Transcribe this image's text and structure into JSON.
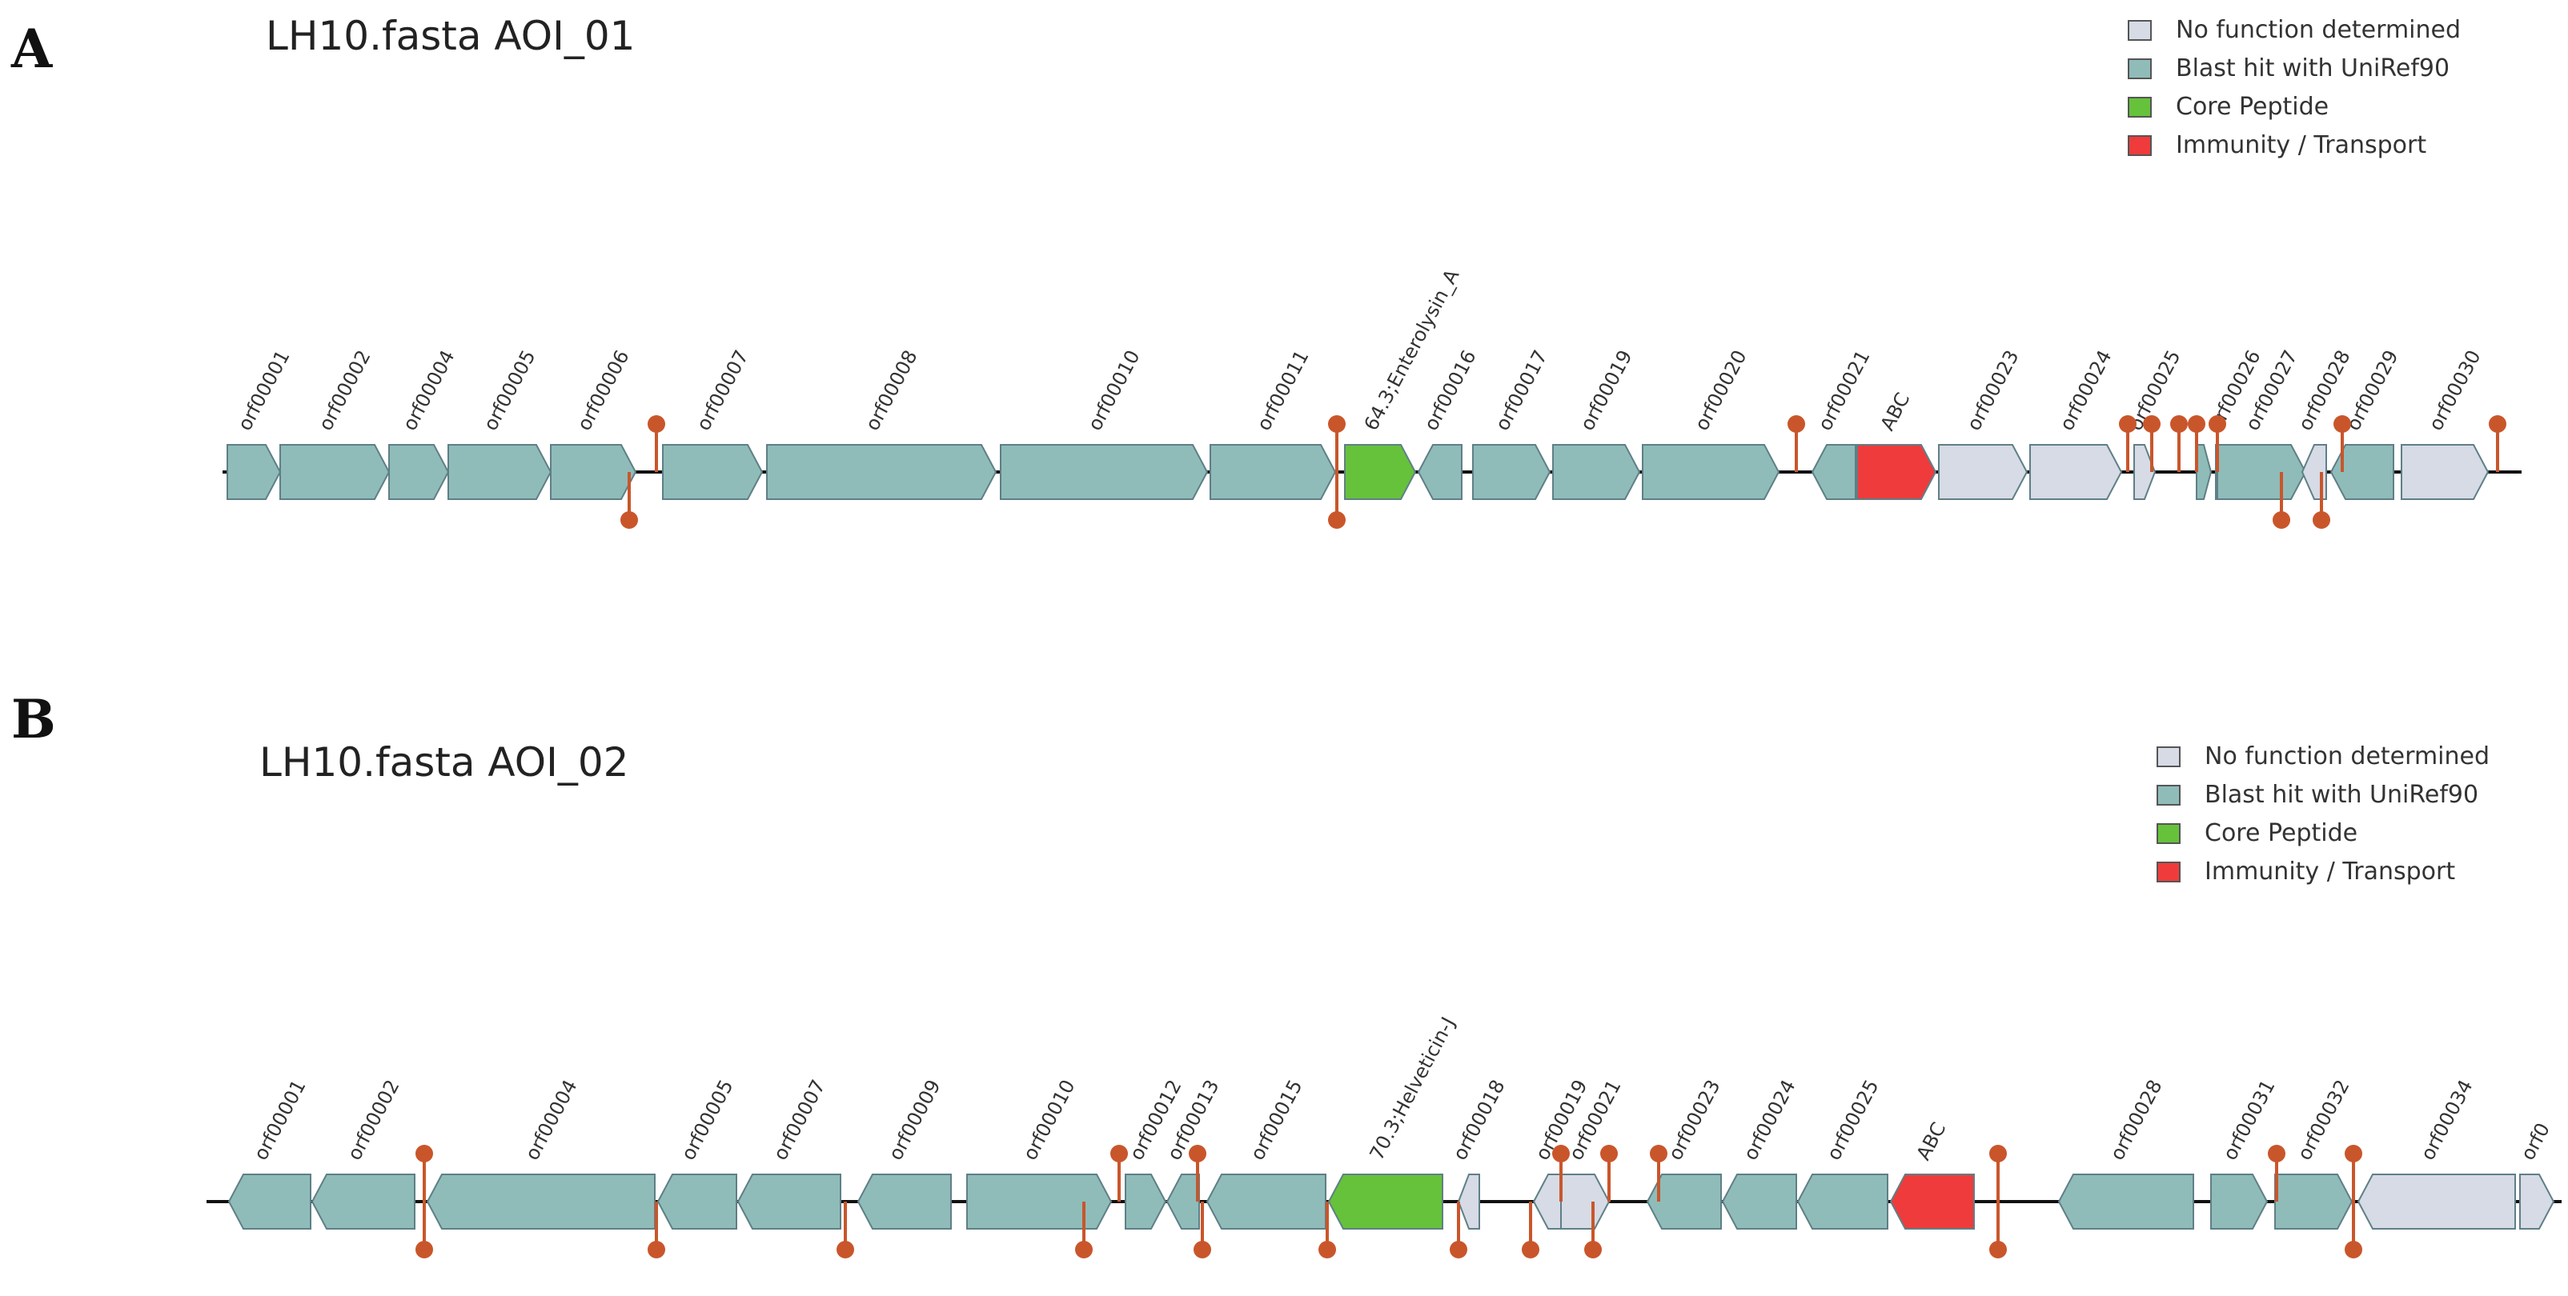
{
  "colors": {
    "no_function": "#d6dbe6",
    "blast_hit": "#8fbcb9",
    "core_peptide": "#66c23a",
    "immunity_transport": "#ef3b3b",
    "backbone": "#111111",
    "lollipop": "#c9562b"
  },
  "panels": [
    {
      "letter": "A",
      "title": "LH10.fasta AOI_01",
      "legend": [
        {
          "label": "No function determined",
          "color": "#d6dbe6"
        },
        {
          "label": "Blast hit with UniRef90",
          "color": "#8fbcb9"
        },
        {
          "label": "Core Peptide",
          "color": "#66c23a"
        },
        {
          "label": "Immunity / Transport",
          "color": "#ef3b3b"
        }
      ],
      "genes": [
        {
          "label": "orf00001",
          "type": "blast",
          "start": 284,
          "end": 350,
          "strand": "+"
        },
        {
          "label": "orf00002",
          "type": "blast",
          "start": 350,
          "end": 486,
          "strand": "+"
        },
        {
          "label": "orf00004",
          "type": "blast",
          "start": 486,
          "end": 560,
          "strand": "+"
        },
        {
          "label": "orf00005",
          "type": "blast",
          "start": 560,
          "end": 688,
          "strand": "+"
        },
        {
          "label": "orf00006",
          "type": "blast",
          "start": 688,
          "end": 794,
          "strand": "+"
        },
        {
          "label": "orf00007",
          "type": "blast",
          "start": 828,
          "end": 952,
          "strand": "+"
        },
        {
          "label": "orf00008",
          "type": "blast",
          "start": 958,
          "end": 1244,
          "strand": "+"
        },
        {
          "label": "orf00010",
          "type": "blast",
          "start": 1250,
          "end": 1508,
          "strand": "+"
        },
        {
          "label": "orf00011",
          "type": "blast",
          "start": 1512,
          "end": 1668,
          "strand": "+"
        },
        {
          "label": "64.3;Enterolysin_A",
          "type": "core",
          "start": 1680,
          "end": 1768,
          "strand": "+"
        },
        {
          "label": "orf00016",
          "type": "blast",
          "start": 1772,
          "end": 1826,
          "strand": "-"
        },
        {
          "label": "orf00017",
          "type": "blast",
          "start": 1840,
          "end": 1936,
          "strand": "+"
        },
        {
          "label": "orf00019",
          "type": "blast",
          "start": 1940,
          "end": 2048,
          "strand": "+"
        },
        {
          "label": "orf00020",
          "type": "blast",
          "start": 2052,
          "end": 2222,
          "strand": "+"
        },
        {
          "label": "orf00021",
          "type": "blast",
          "start": 2264,
          "end": 2318,
          "strand": "-"
        },
        {
          "label": "ABC",
          "type": "immunity",
          "start": 2320,
          "end": 2418,
          "strand": "+"
        },
        {
          "label": "orf00023",
          "type": "nofunc",
          "start": 2422,
          "end": 2532,
          "strand": "+"
        },
        {
          "label": "orf00024",
          "type": "nofunc",
          "start": 2536,
          "end": 2650,
          "strand": "+"
        },
        {
          "label": "orf00025",
          "type": "nofunc",
          "start": 2666,
          "end": 2692,
          "strand": "+"
        },
        {
          "label": "",
          "type": "blast",
          "start": 2744,
          "end": 2762,
          "strand": "+"
        },
        {
          "label": "orf00026",
          "type": "blast",
          "start": 2768,
          "end": 2790,
          "strand": "+"
        },
        {
          "label": "orf00027",
          "type": "blast",
          "start": 2770,
          "end": 2880,
          "strand": "+"
        },
        {
          "label": "orf00028",
          "type": "nofunc",
          "start": 2876,
          "end": 2906,
          "strand": "-"
        },
        {
          "label": "orf00029",
          "type": "blast",
          "start": 2912,
          "end": 2990,
          "strand": "-"
        },
        {
          "label": "orf00030",
          "type": "nofunc",
          "start": 3000,
          "end": 3108,
          "strand": "+"
        }
      ],
      "lollipops": [
        {
          "pos": 820,
          "dir": "up"
        },
        {
          "pos": 786,
          "dir": "down"
        },
        {
          "pos": 1670,
          "dir": "up"
        },
        {
          "pos": 1670,
          "dir": "down"
        },
        {
          "pos": 2244,
          "dir": "up"
        },
        {
          "pos": 2658,
          "dir": "up"
        },
        {
          "pos": 2688,
          "dir": "up"
        },
        {
          "pos": 2722,
          "dir": "up"
        },
        {
          "pos": 2744,
          "dir": "up"
        },
        {
          "pos": 2770,
          "dir": "up"
        },
        {
          "pos": 2850,
          "dir": "down"
        },
        {
          "pos": 2900,
          "dir": "down"
        },
        {
          "pos": 2926,
          "dir": "up"
        },
        {
          "pos": 3120,
          "dir": "up"
        }
      ]
    },
    {
      "letter": "B",
      "title": "LH10.fasta AOI_02",
      "legend": [
        {
          "label": "No function determined",
          "color": "#d6dbe6"
        },
        {
          "label": "Blast hit with UniRef90",
          "color": "#8fbcb9"
        },
        {
          "label": "Core Peptide",
          "color": "#66c23a"
        },
        {
          "label": "Immunity / Transport",
          "color": "#ef3b3b"
        }
      ],
      "genes": [
        {
          "label": "orf00001",
          "type": "blast",
          "start": 286,
          "end": 388,
          "strand": "-"
        },
        {
          "label": "orf00002",
          "type": "blast",
          "start": 390,
          "end": 518,
          "strand": "-"
        },
        {
          "label": "orf00004",
          "type": "blast",
          "start": 534,
          "end": 818,
          "strand": "-"
        },
        {
          "label": "orf00005",
          "type": "blast",
          "start": 822,
          "end": 920,
          "strand": "-"
        },
        {
          "label": "orf00007",
          "type": "blast",
          "start": 922,
          "end": 1050,
          "strand": "-"
        },
        {
          "label": "orf00009",
          "type": "blast",
          "start": 1072,
          "end": 1188,
          "strand": "-"
        },
        {
          "label": "orf00010",
          "type": "blast",
          "start": 1208,
          "end": 1388,
          "strand": "+"
        },
        {
          "label": "orf00012",
          "type": "blast",
          "start": 1406,
          "end": 1456,
          "strand": "+"
        },
        {
          "label": "orf00013",
          "type": "blast",
          "start": 1458,
          "end": 1498,
          "strand": "-"
        },
        {
          "label": "orf00015",
          "type": "blast",
          "start": 1508,
          "end": 1656,
          "strand": "-"
        },
        {
          "label": "70.3;Helveticin-J",
          "type": "core",
          "start": 1660,
          "end": 1802,
          "strand": "-"
        },
        {
          "label": "orf00018",
          "type": "nofunc",
          "start": 1822,
          "end": 1848,
          "strand": "-"
        },
        {
          "label": "orf00019",
          "type": "nofunc",
          "start": 1916,
          "end": 1960,
          "strand": "-"
        },
        {
          "label": "orf00021",
          "type": "nofunc",
          "start": 1950,
          "end": 2010,
          "strand": "+"
        },
        {
          "label": "orf00023",
          "type": "blast",
          "start": 2058,
          "end": 2150,
          "strand": "-"
        },
        {
          "label": "orf00024",
          "type": "blast",
          "start": 2152,
          "end": 2244,
          "strand": "-"
        },
        {
          "label": "orf00025",
          "type": "blast",
          "start": 2246,
          "end": 2358,
          "strand": "-"
        },
        {
          "label": "ABC",
          "type": "immunity",
          "start": 2362,
          "end": 2466,
          "strand": "-"
        },
        {
          "label": "orf00028",
          "type": "blast",
          "start": 2572,
          "end": 2740,
          "strand": "-"
        },
        {
          "label": "orf00031",
          "type": "blast",
          "start": 2762,
          "end": 2832,
          "strand": "+"
        },
        {
          "label": "orf00032",
          "type": "blast",
          "start": 2842,
          "end": 2938,
          "strand": "+"
        },
        {
          "label": "orf00034",
          "type": "nofunc",
          "start": 2946,
          "end": 3142,
          "strand": "-"
        },
        {
          "label": "orf0",
          "type": "nofunc",
          "start": 3148,
          "end": 3190,
          "strand": "+"
        }
      ],
      "lollipops": [
        {
          "pos": 530,
          "dir": "up"
        },
        {
          "pos": 530,
          "dir": "down"
        },
        {
          "pos": 820,
          "dir": "down"
        },
        {
          "pos": 1056,
          "dir": "down"
        },
        {
          "pos": 1354,
          "dir": "down"
        },
        {
          "pos": 1398,
          "dir": "up"
        },
        {
          "pos": 1496,
          "dir": "up"
        },
        {
          "pos": 1502,
          "dir": "down"
        },
        {
          "pos": 1658,
          "dir": "down"
        },
        {
          "pos": 1822,
          "dir": "down"
        },
        {
          "pos": 1912,
          "dir": "down"
        },
        {
          "pos": 1950,
          "dir": "up"
        },
        {
          "pos": 1990,
          "dir": "down"
        },
        {
          "pos": 2010,
          "dir": "up"
        },
        {
          "pos": 2072,
          "dir": "up"
        },
        {
          "pos": 2496,
          "dir": "up"
        },
        {
          "pos": 2496,
          "dir": "down"
        },
        {
          "pos": 2844,
          "dir": "up"
        },
        {
          "pos": 2940,
          "dir": "up"
        },
        {
          "pos": 2940,
          "dir": "down"
        }
      ]
    }
  ]
}
